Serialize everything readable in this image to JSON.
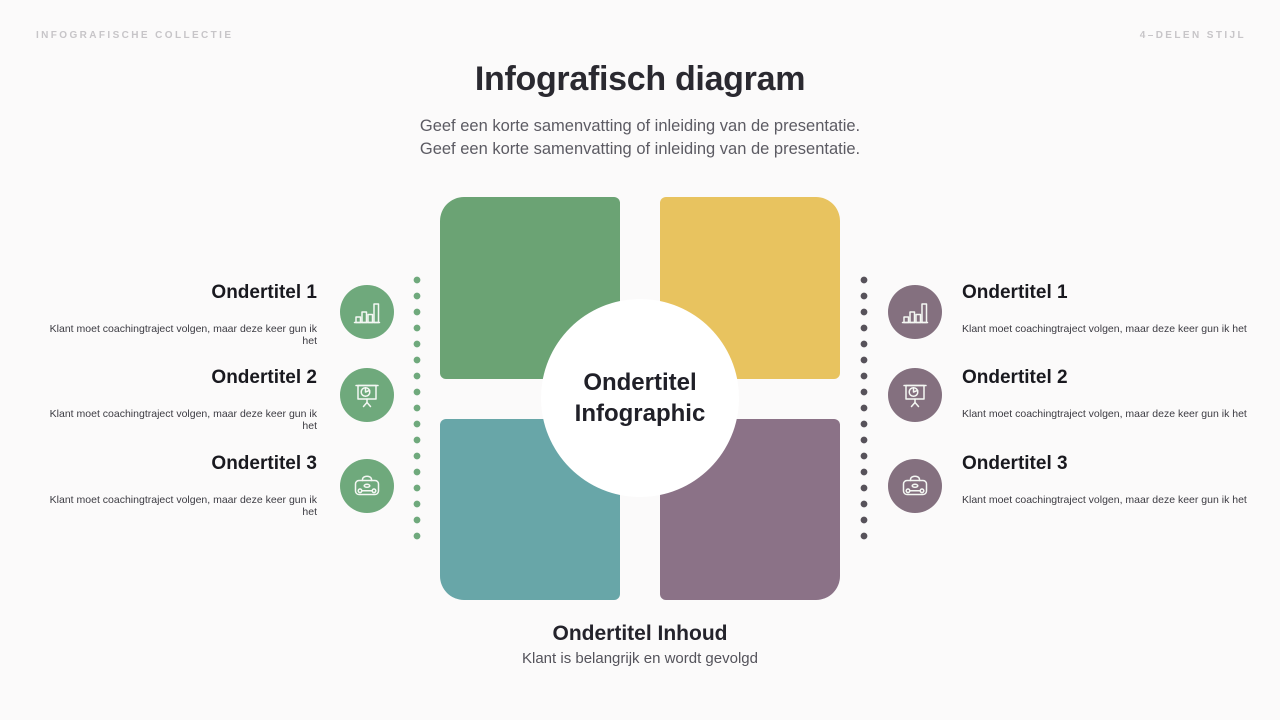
{
  "header": {
    "collection_label": "INFOGRAFISCHE COLLECTIE",
    "style_label": "4–DELEN STIJL"
  },
  "intro": {
    "title": "Infografisch diagram",
    "subtitle_line1": "Geef een korte samenvatting of inleiding van de presentatie.",
    "subtitle_line2": "Geef een korte samenvatting of inleiding van de presentatie."
  },
  "diagram": {
    "center_title_line1": "Ondertitel",
    "center_title_line2": "Infographic",
    "quadrants": [
      {
        "position": "top-left",
        "color": "#6BA374"
      },
      {
        "position": "top-right",
        "color": "#E8C35F"
      },
      {
        "position": "bottom-left",
        "color": "#68A6A8"
      },
      {
        "position": "bottom-right",
        "color": "#8B7287"
      }
    ]
  },
  "left_items": [
    {
      "title": "Ondertitel 1",
      "description": "Klant moet coachingtraject volgen, maar deze keer gun ik het",
      "icon": "bar-chart-icon"
    },
    {
      "title": "Ondertitel 2",
      "description": "Klant moet coachingtraject volgen, maar deze keer gun ik het",
      "icon": "presentation-pie-chart-icon"
    },
    {
      "title": "Ondertitel 3",
      "description": "Klant moet coachingtraject volgen, maar deze keer gun ik het",
      "icon": "briefcase-icon"
    }
  ],
  "right_items": [
    {
      "title": "Ondertitel 1",
      "description": "Klant moet coachingtraject volgen, maar deze keer gun ik het",
      "icon": "bar-chart-icon"
    },
    {
      "title": "Ondertitel 2",
      "description": "Klant moet coachingtraject volgen, maar deze keer gun ik het",
      "icon": "presentation-pie-chart-icon"
    },
    {
      "title": "Ondertitel 3",
      "description": "Klant moet coachingtraject volgen, maar deze keer gun ik het",
      "icon": "briefcase-icon"
    }
  ],
  "footer": {
    "title": "Ondertitel Inhoud",
    "subtitle": "Klant is belangrijk en wordt gevolgd"
  },
  "colors": {
    "background": "#FBFAFA",
    "left_accent": "#6FA97C",
    "right_accent": "#84707F",
    "left_dots": "#6FA97C",
    "right_dots": "#57525A",
    "quadrant_green": "#6BA374",
    "quadrant_yellow": "#E8C35F",
    "quadrant_teal": "#68A6A8",
    "quadrant_purple": "#8B7287"
  }
}
